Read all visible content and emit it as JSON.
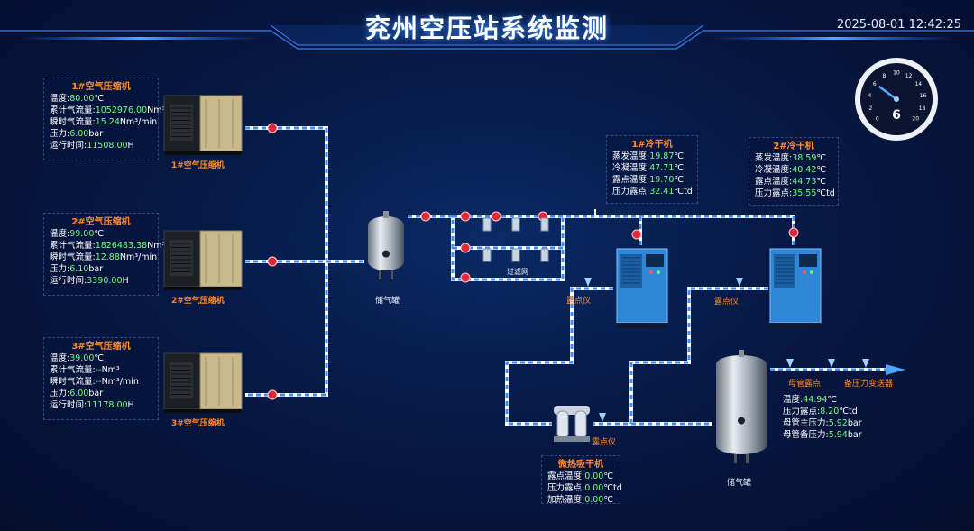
{
  "header": {
    "title": "兖州空压站系统监测",
    "datetime": "2025-08-01 12:42:25"
  },
  "gauge": {
    "value": "6",
    "ticks": [
      "0",
      "2",
      "4",
      "6",
      "8",
      "10",
      "12",
      "14",
      "16",
      "18",
      "20"
    ]
  },
  "compressors": [
    {
      "title": "1#空气压缩机",
      "label": "1#空气压缩机",
      "rows": [
        {
          "k": "温度:",
          "v": "80.00",
          "u": "℃"
        },
        {
          "k": "累计气流量:",
          "v": "1052976.00",
          "u": "Nm³"
        },
        {
          "k": "瞬时气流量:",
          "v": "15.24",
          "u": "Nm³/min"
        },
        {
          "k": "压力:",
          "v": "6.00",
          "u": "bar"
        },
        {
          "k": "运行时间:",
          "v": "11508.00",
          "u": "H"
        }
      ]
    },
    {
      "title": "2#空气压缩机",
      "label": "2#空气压缩机",
      "rows": [
        {
          "k": "温度:",
          "v": "99.00",
          "u": "℃"
        },
        {
          "k": "累计气流量:",
          "v": "1826483.38",
          "u": "Nm³"
        },
        {
          "k": "瞬时气流量:",
          "v": "12.88",
          "u": "Nm³/min"
        },
        {
          "k": "压力:",
          "v": "6.10",
          "u": "bar"
        },
        {
          "k": "运行时间:",
          "v": "3390.00",
          "u": "H"
        }
      ]
    },
    {
      "title": "3#空气压缩机",
      "label": "3#空气压缩机",
      "rows": [
        {
          "k": "温度:",
          "v": "39.00",
          "u": "℃"
        },
        {
          "k": "累计气流量:",
          "v": "--",
          "u": "Nm³"
        },
        {
          "k": "瞬时气流量:",
          "v": "--",
          "u": "Nm³/min"
        },
        {
          "k": "压力:",
          "v": "6.00",
          "u": "bar"
        },
        {
          "k": "运行时间:",
          "v": "11178.00",
          "u": "H"
        }
      ]
    }
  ],
  "dryers": [
    {
      "title": "1#冷干机",
      "rows": [
        {
          "k": "蒸发温度:",
          "v": "19.87",
          "u": "℃"
        },
        {
          "k": "冷凝温度:",
          "v": "47.71",
          "u": "℃"
        },
        {
          "k": "露点温度:",
          "v": "19.70",
          "u": "℃"
        },
        {
          "k": "压力露点:",
          "v": "32.41",
          "u": "℃td"
        }
      ]
    },
    {
      "title": "2#冷干机",
      "rows": [
        {
          "k": "蒸发温度:",
          "v": "38.59",
          "u": "℃"
        },
        {
          "k": "冷凝温度:",
          "v": "40.42",
          "u": "℃"
        },
        {
          "k": "露点温度:",
          "v": "44.73",
          "u": "℃"
        },
        {
          "k": "压力露点:",
          "v": "35.55",
          "u": "℃td"
        }
      ]
    }
  ],
  "adsorption": {
    "title": "微热吸干机",
    "rows": [
      {
        "k": "露点温度:",
        "v": "0.00",
        "u": "℃"
      },
      {
        "k": "压力露点:",
        "v": "0.00",
        "u": "℃td"
      },
      {
        "k": "加热温度:",
        "v": "0.00",
        "u": "℃"
      }
    ]
  },
  "outlet": {
    "rows": [
      {
        "k": "温度:",
        "v": "44.94",
        "u": "℃"
      },
      {
        "k": "压力露点:",
        "v": "8.20",
        "u": "℃td"
      },
      {
        "k": "母管主压力:",
        "v": "5.92",
        "u": "bar"
      },
      {
        "k": "母管备压力:",
        "v": "5.94",
        "u": "bar"
      }
    ]
  },
  "labels": {
    "tank": "储气罐",
    "filter": "过滤网",
    "dewpoint": "露点仪",
    "main_dewpoint": "母管露点",
    "pressure_transmitter": "备压力变送器"
  }
}
